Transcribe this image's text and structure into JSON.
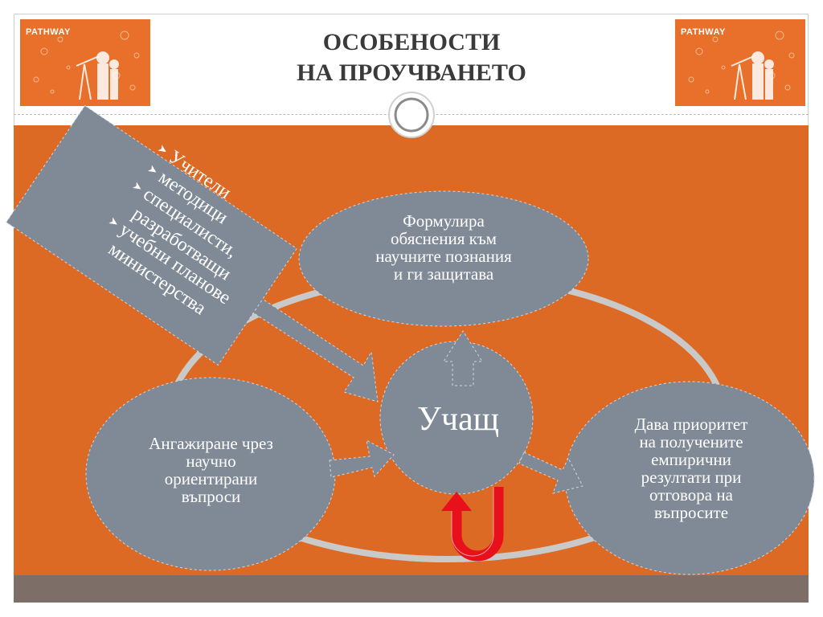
{
  "header": {
    "title_line1": "ОСОБЕНОСТИ",
    "title_line2": "НА ПРОУЧВАНЕТО",
    "logo_left_text": "PATHWAY",
    "logo_right_text": "PATHWAY"
  },
  "stakeholders": {
    "bullet": "➤",
    "items": [
      "Учители",
      "методици",
      "специалисти,",
      "разработващи",
      "учебни планове",
      "министерства"
    ]
  },
  "nodes": {
    "top": [
      "Формулира",
      "обяснения към",
      "научните познания",
      "и ги защитава"
    ],
    "left": [
      "Ангажиране чрез",
      "научно",
      "ориентирани",
      "въпроси"
    ],
    "right": [
      "Дава приоритет",
      "на получените",
      "емпирични",
      "резултати при",
      "отговора на",
      "въпросите"
    ],
    "center": "Учащ"
  },
  "colors": {
    "panel": "#dc6a24",
    "node_fill": "#808a97",
    "loop": "#c9c9c9",
    "u_arrow": "#e8101a",
    "footer": "#7d6f67"
  }
}
